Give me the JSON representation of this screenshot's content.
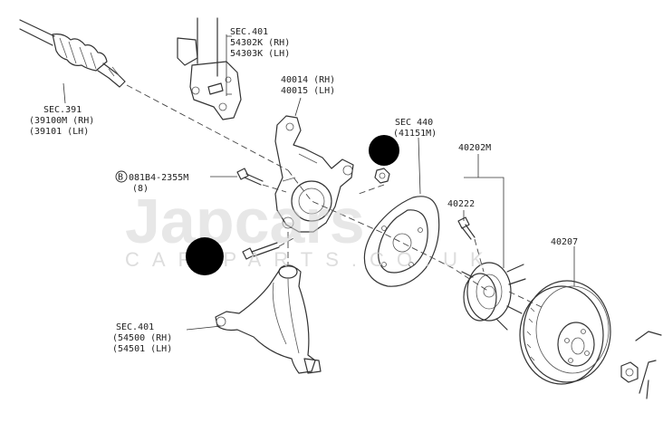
{
  "labels": {
    "sec401_top": {
      "l1": "SEC.401",
      "l2": "54302K (RH)",
      "l3": "54303K (LH)"
    },
    "sec391": {
      "l1": "SEC.391",
      "l2": "(39100M (RH)",
      "l3": "(39101  (LH)"
    },
    "knuckle": {
      "l1": "40014 (RH)",
      "l2": "40015 (LH)"
    },
    "bolt": {
      "l1": "081B4-2355M",
      "l2": "(8)",
      "badge": "B"
    },
    "sec440": {
      "l1": "SEC 440",
      "l2": "(41151M)"
    },
    "hub": {
      "l1": "40202M"
    },
    "hub_bolt": {
      "l1": "40222"
    },
    "rotor": {
      "l1": "40207"
    },
    "sec401_bottom": {
      "l1": "SEC.401",
      "l2": "(54500 (RH)",
      "l3": "(54501 (LH)"
    }
  },
  "watermark": {
    "brand": "Japcars",
    "sub": "CAR PARTS.CO.UK"
  },
  "colors": {
    "line": "#333333",
    "marker": "#000000",
    "watermark": "#d4d4d4"
  }
}
